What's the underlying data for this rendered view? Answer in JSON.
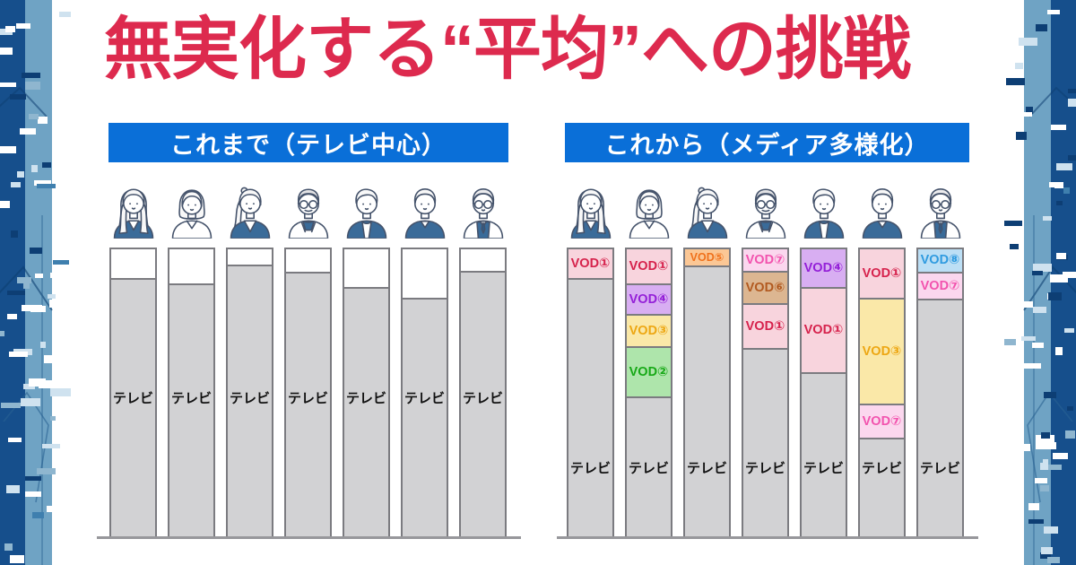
{
  "title": {
    "text": "無実化する“平均”への挑戦",
    "color": "#dd2a4e"
  },
  "header_bg": "#0a6fd8",
  "header_text_color": "#ffffff",
  "palette": {
    "bar_border": "#7b7b80",
    "baseline": "#97979b",
    "band_navy": "#164f8c",
    "band_light": "#6fa3c4",
    "avatar_line": "#45536b",
    "avatar_blue": "#3a6b99"
  },
  "avatars": [
    "woman-long-hair",
    "woman-bob",
    "woman-ponytail",
    "senior-man-glasses",
    "young-man-jacket",
    "young-man-vneck",
    "man-glasses-vest"
  ],
  "services": {
    "tv": {
      "label": "テレビ",
      "bg": "#d2d2d4",
      "text": "#111111"
    },
    "vod1": {
      "label": "VOD①",
      "bg": "#f8d4dd",
      "text": "#d6224c"
    },
    "vod2": {
      "label": "VOD②",
      "bg": "#aee5ab",
      "text": "#17a917"
    },
    "vod3": {
      "label": "VOD③",
      "bg": "#fae8a8",
      "text": "#eda713"
    },
    "vod4": {
      "label": "VOD④",
      "bg": "#d8aef2",
      "text": "#9420d8"
    },
    "vod5": {
      "label": "VOD⑤",
      "bg": "#fbc795",
      "text": "#f0711b"
    },
    "vod6": {
      "label": "VOD⑥",
      "bg": "#dcb691",
      "text": "#b25a20"
    },
    "vod7": {
      "label": "VOD⑦",
      "bg": "#fbd7ee",
      "text": "#f253ae"
    },
    "vod8": {
      "label": "VOD⑧",
      "bg": "#bcdff5",
      "text": "#2f9be0"
    }
  },
  "chart_data": {
    "type": "bar",
    "stacked": true,
    "unit": "percent of bar height (estimated from pixels; bars not full = unused time)",
    "categories": [
      "person-1",
      "person-2",
      "person-3",
      "person-4",
      "person-5",
      "person-6",
      "person-7"
    ],
    "groups": [
      {
        "id": "past",
        "title": "これまで（テレビ中心）",
        "tv_label_y": 167,
        "bars": [
          [
            {
              "service": "tv",
              "pct": 89.4
            }
          ],
          [
            {
              "service": "tv",
              "pct": 87.5
            }
          ],
          [
            {
              "service": "tv",
              "pct": 94.1
            }
          ],
          [
            {
              "service": "tv",
              "pct": 91.6
            }
          ],
          [
            {
              "service": "tv",
              "pct": 86.3
            }
          ],
          [
            {
              "service": "tv",
              "pct": 82.5
            }
          ],
          [
            {
              "service": "tv",
              "pct": 91.9
            }
          ]
        ]
      },
      {
        "id": "now",
        "title": "これから（メディア多様化）",
        "tv_label_y": 245,
        "bars": [
          [
            {
              "service": "vod1",
              "pct": 10.6
            },
            {
              "service": "tv",
              "pct": 89.4
            }
          ],
          [
            {
              "service": "vod1",
              "pct": 12.5
            },
            {
              "service": "vod4",
              "pct": 10.6
            },
            {
              "service": "vod3",
              "pct": 11.3
            },
            {
              "service": "vod2",
              "pct": 17.5
            },
            {
              "service": "tv",
              "pct": 48.1
            }
          ],
          [
            {
              "service": "vod5",
              "pct": 6.3
            },
            {
              "service": "tv",
              "pct": 93.7
            }
          ],
          [
            {
              "service": "vod7",
              "pct": 8.1
            },
            {
              "service": "vod6",
              "pct": 11.3
            },
            {
              "service": "vod1",
              "pct": 15.6
            },
            {
              "service": "tv",
              "pct": 65.0
            }
          ],
          [
            {
              "service": "vod4",
              "pct": 13.8
            },
            {
              "service": "vod1",
              "pct": 29.7
            },
            {
              "service": "tv",
              "pct": 56.5
            }
          ],
          [
            {
              "service": "vod1",
              "pct": 17.5
            },
            {
              "service": "vod3",
              "pct": 36.9
            },
            {
              "service": "vod7",
              "pct": 11.9
            },
            {
              "service": "tv",
              "pct": 33.7
            }
          ],
          [
            {
              "service": "vod8",
              "pct": 8.4
            },
            {
              "service": "vod7",
              "pct": 9.4
            },
            {
              "service": "tv",
              "pct": 82.2
            }
          ]
        ]
      }
    ]
  }
}
